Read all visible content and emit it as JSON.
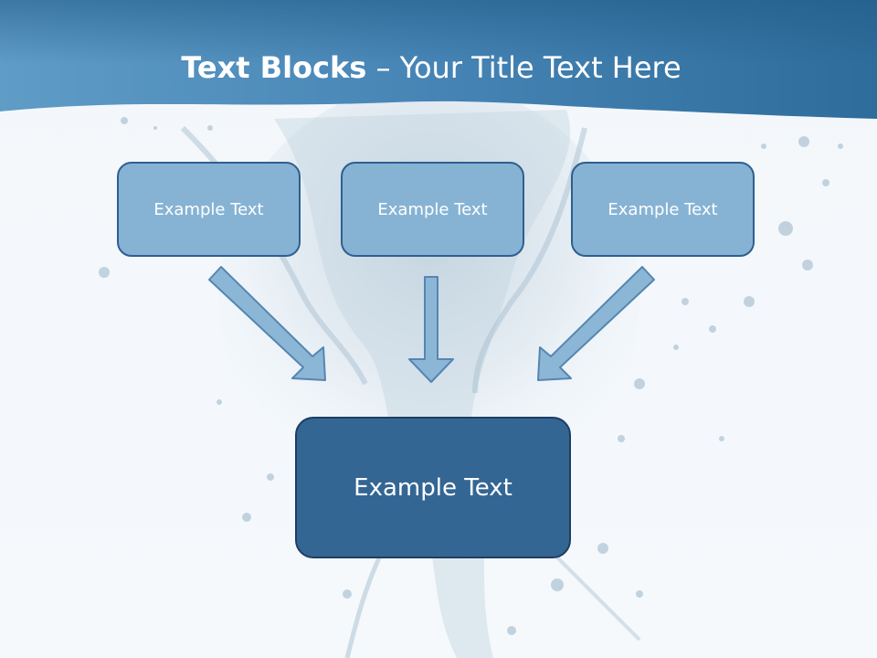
{
  "title": {
    "bold_part": "Text Blocks",
    "separator": " – ",
    "regular_part": "Your Title Text Here"
  },
  "blocks": [
    {
      "label": "Example Text"
    },
    {
      "label": "Example Text"
    },
    {
      "label": "Example Text"
    }
  ],
  "target": {
    "label": "Example Text"
  },
  "colors": {
    "header_dark": "#2d6a98",
    "small_box_fill": "#86b3d4",
    "small_box_border": "#2e5f8f",
    "big_box_fill": "#346694",
    "arrow_fill": "#8cb6d6",
    "arrow_border": "#5586b0"
  }
}
